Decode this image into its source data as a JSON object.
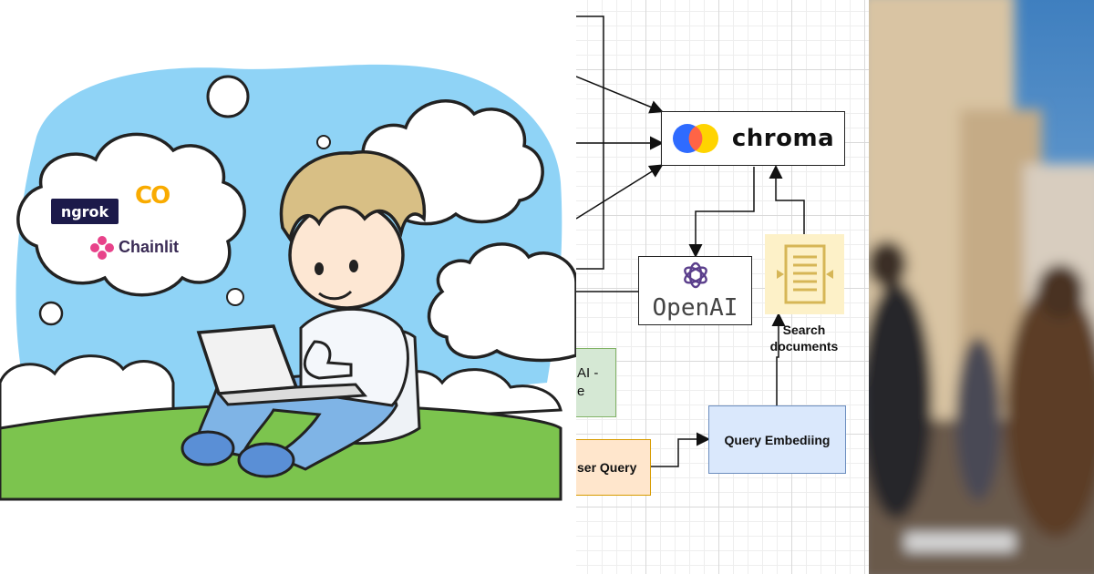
{
  "illustration": {
    "logos": {
      "ngrok": "ngrok",
      "colab": "CO",
      "chainlit": "Chainlit"
    }
  },
  "diagram": {
    "chroma": {
      "label": "chroma"
    },
    "openai": {
      "label": "OpenAI"
    },
    "search_documents": {
      "label_line1": "Search",
      "label_line2": "documents"
    },
    "green_box": {
      "label": "AI -\ne"
    },
    "user_query": {
      "label": "ser Query"
    },
    "query_embedding": {
      "label": "Query Embediing"
    }
  },
  "colors": {
    "sky": "#8fd3f6",
    "grass": "#7cc44e",
    "chroma_orange": "#ff6446",
    "chroma_yellow": "#ffd400",
    "chroma_blue": "#2f6bff",
    "openai_purple": "#5b3f8c",
    "ngrok_navy": "#1c1a4a",
    "colab_orange": "#f9ab00",
    "chainlit_pink": "#e8428a"
  }
}
